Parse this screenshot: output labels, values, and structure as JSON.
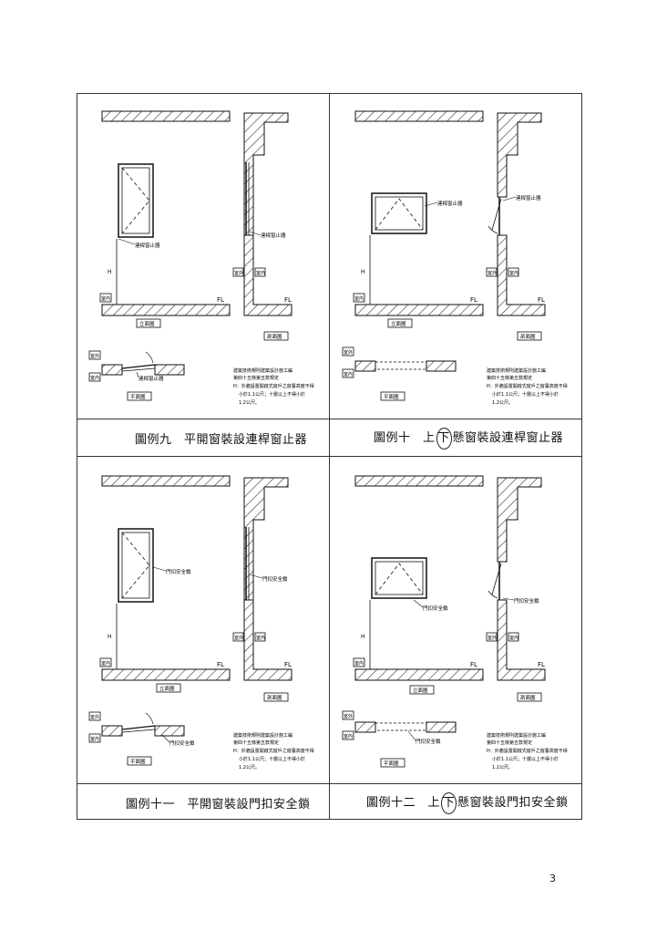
{
  "page_number": "3",
  "common": {
    "outdoor": "室外",
    "indoor": "室內",
    "fl": "FL",
    "h": "H",
    "elevation": "立面圖",
    "section": "剖面圖",
    "plan": "平面圖",
    "note_line1": "建築技術規則建築設計施工編",
    "note_line2": "第四十五條第五款規定",
    "note_line3": "H：外牆設置開啟式窗戶之窗臺高度不得",
    "note_line4": "小於1.1公尺；十層以上不得小於",
    "note_line5": "1.2公尺。"
  },
  "figures": [
    {
      "caption": "圖例九　平開窗裝設連桿窗止器",
      "device_label": "連桿窗止器",
      "type": "casement"
    },
    {
      "caption_pre": "圖例十　上",
      "caption_circled": "下",
      "caption_post": "懸窗裝設連桿窗止器",
      "device_label": "連桿窗止器",
      "type": "hung"
    },
    {
      "caption": "圖例十一　平開窗裝設門扣安全鎖",
      "device_label": "門扣安全鎖",
      "type": "casement"
    },
    {
      "caption_pre": "圖例十二　上",
      "caption_circled": "下",
      "caption_post": "懸窗裝設門扣安全鎖",
      "device_label": "門扣安全鎖",
      "type": "hung"
    }
  ]
}
